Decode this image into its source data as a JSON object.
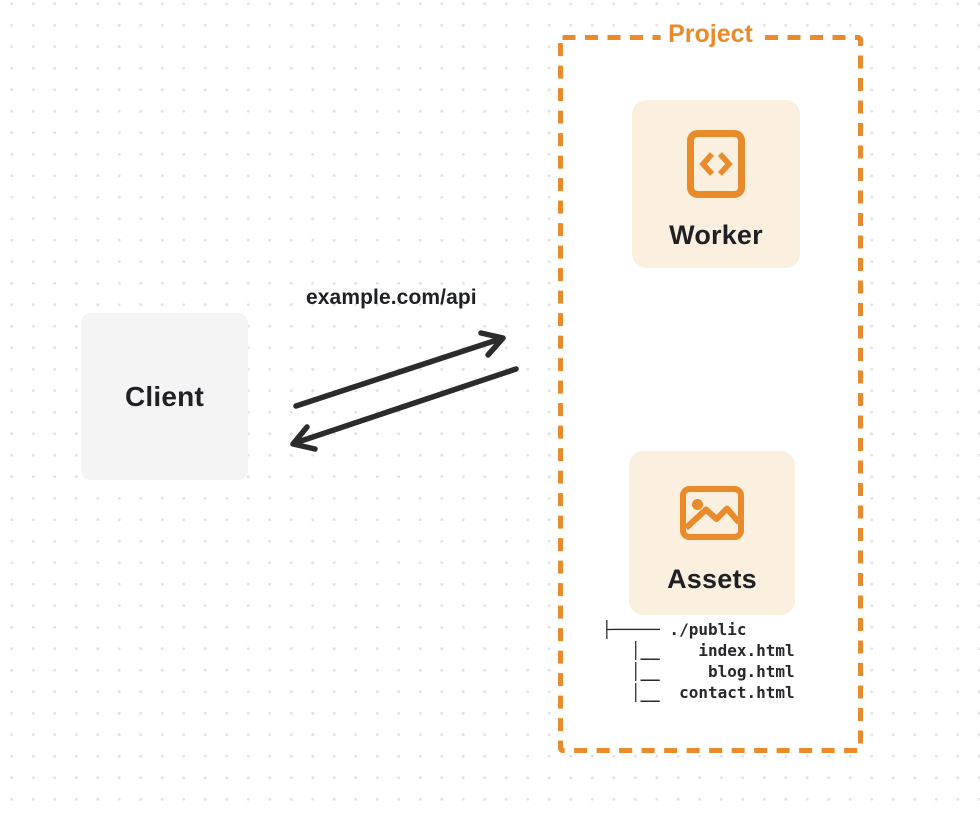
{
  "colors": {
    "accent_orange": "#e98a2b",
    "card_background": "#fbf0df",
    "client_background": "#f4f4f5",
    "ink": "#1f2023"
  },
  "client": {
    "label": "Client"
  },
  "connection": {
    "url_label": "example.com/api"
  },
  "project": {
    "label": "Project",
    "worker_card": {
      "label": "Worker",
      "icon": "code-file-icon"
    },
    "assets_card": {
      "label": "Assets",
      "icon": "image-icon"
    },
    "file_tree": {
      "root": "./public",
      "files": [
        "index.html",
        "blog.html",
        "contact.html"
      ],
      "text": "├───── ./public\n   │__    index.html\n   │__     blog.html\n   │__  contact.html"
    }
  }
}
